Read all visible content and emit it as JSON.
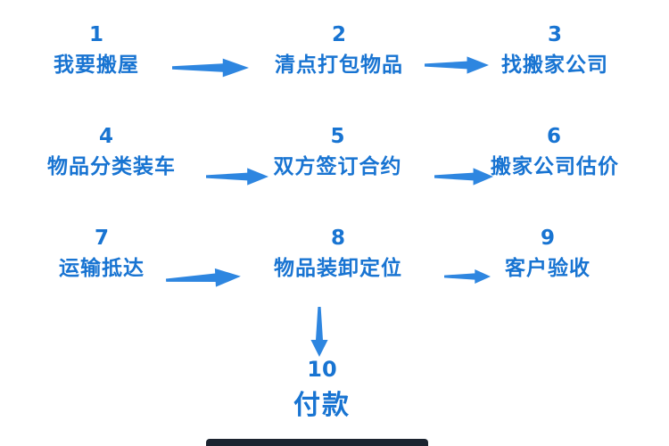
{
  "diagram": {
    "kind": "flowchart",
    "topic": "moving-house-process"
  },
  "colors": {
    "accent": "#1874d2",
    "arrow": "#2e86e0",
    "dark": "#1c2430"
  },
  "steps": [
    {
      "num": "1",
      "label": "我要搬屋"
    },
    {
      "num": "2",
      "label": "清点打包物品"
    },
    {
      "num": "3",
      "label": "找搬家公司"
    },
    {
      "num": "4",
      "label": "物品分类装车"
    },
    {
      "num": "5",
      "label": "双方签订合约"
    },
    {
      "num": "6",
      "label": "搬家公司估价"
    },
    {
      "num": "7",
      "label": "运输抵达"
    },
    {
      "num": "8",
      "label": "物品装卸定位"
    },
    {
      "num": "9",
      "label": "客户验收"
    },
    {
      "num": "10",
      "label": "付款"
    }
  ]
}
